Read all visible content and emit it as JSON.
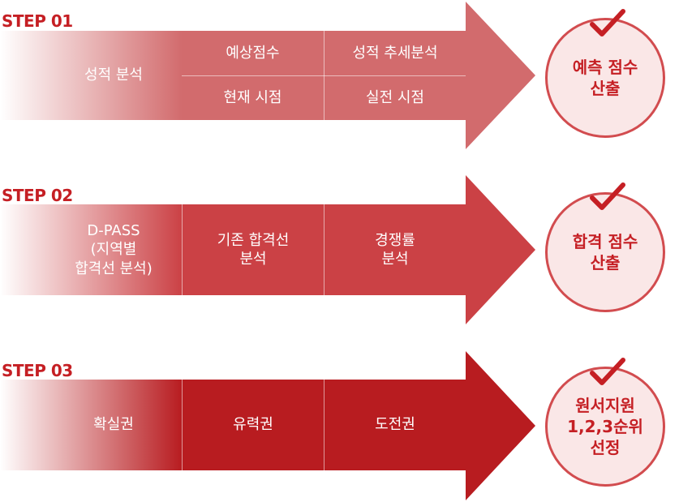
{
  "colors": {
    "step1": "#d26b6d",
    "step2": "#cb4145",
    "step3": "#b81c20",
    "circle_fill": "#fae7e7",
    "circle_border": "#d24c4f",
    "accent_text": "#c51f24"
  },
  "steps": [
    {
      "label": "STEP 01",
      "cells": [
        "성적 분석",
        "예상점수",
        "성적 추세분석",
        "현재 시점",
        "실전 시점"
      ],
      "result": "예측 점수\n산출"
    },
    {
      "label": "STEP 02",
      "cells": [
        "D-PASS\n(지역별\n합격선 분석)",
        "기존 합격선\n분석",
        "경쟁률\n분석"
      ],
      "result": "합격 점수\n산출"
    },
    {
      "label": "STEP 03",
      "cells": [
        "확실권",
        "유력권",
        "도전권"
      ],
      "result": "원서지원\n1,2,3순위\n선정"
    }
  ],
  "icons": {
    "check": "check-mark-icon"
  }
}
